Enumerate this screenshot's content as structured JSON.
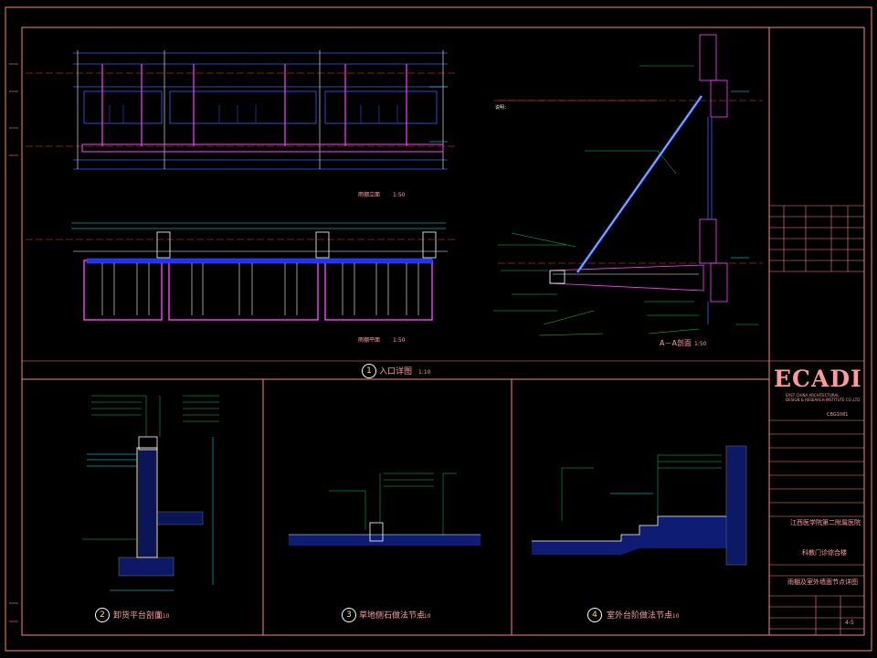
{
  "drawing": {
    "detail_1": {
      "number": "1",
      "title": "入口详图",
      "scale": "1:10"
    },
    "detail_2": {
      "number": "2",
      "title": "卸货平台剖面",
      "scale": "1:10"
    },
    "detail_3": {
      "number": "3",
      "title": "草地侧石做法节点",
      "scale": "1:10"
    },
    "detail_4": {
      "number": "4",
      "title": "室外台阶做法节点",
      "scale": "1:10"
    },
    "elevation_title": "雨棚立面",
    "elevation_scale": "1:50",
    "plan_title": "雨棚平面",
    "plan_scale": "1:50",
    "section_title": "A－A剖面",
    "section_scale": "1:50",
    "notes_heading": "说明："
  },
  "title_block": {
    "logo": "ECADI",
    "company_en_1": "EAST CHINA ARCHITECTURAL",
    "company_en_2": "DESIGN & RESEARCH INSTITUTE CO.,LTD",
    "project": "江西医学院第二附属医院",
    "building": "科教门诊综合楼",
    "sheet_title": "雨棚及室外墙面节点详图",
    "sheet_no": "4-5",
    "cert_code": "CBG1081"
  },
  "colors": {
    "background": "#000000",
    "frame": "#ff8080",
    "structure": "#ff40ff",
    "glass": "#3030ff",
    "dim": "#00ffff",
    "text": "#ffffff",
    "accent": "#ffe04a",
    "ground": "#2040ff"
  }
}
